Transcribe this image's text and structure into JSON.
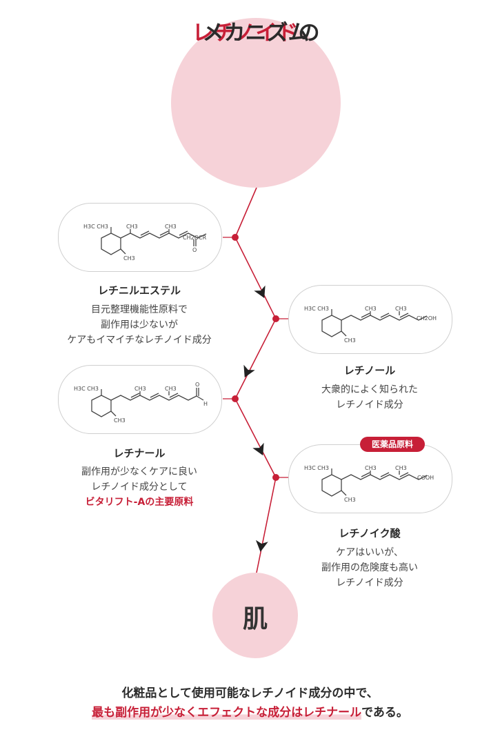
{
  "header": {
    "title_red": "レチノイド",
    "title_suffix": "の",
    "title_line2": "メカニズム"
  },
  "compounds": [
    {
      "name": "レチニルエステル",
      "desc": [
        "目元整理機能性原料で",
        "副作用は少ないが",
        "ケアもイマイチなレチノイド成分"
      ],
      "end_group": "CH2OCR",
      "end_sub": "O"
    },
    {
      "name": "レチノール",
      "desc": [
        "大衆的によく知られた",
        "レチノイド成分"
      ],
      "end_group": "CH2OH"
    },
    {
      "name": "レチナール",
      "desc": [
        "副作用が少なくケアに良い",
        "レチノイド成分として"
      ],
      "highlight": "ビタリフト-Aの主要原料",
      "end_group": "H",
      "end_sub": "O"
    },
    {
      "name": "レチノイク酸",
      "desc": [
        "ケアはいいが、",
        "副作用の危険度も高い",
        "レチノイド成分"
      ],
      "badge": "医薬品原料",
      "end_group": "COOH"
    }
  ],
  "molecule_labels": {
    "gem_dimethyl": "H3C CH3",
    "methyl": "CH3"
  },
  "skin": {
    "label": "肌"
  },
  "footer": {
    "line1": "化粧品として使用可能なレチノイド成分の中で、",
    "line2_highlight": "最も副作用が少なくエフェクトな成分はレチナール",
    "line2_suffix": "である。"
  },
  "colors": {
    "accent": "#c71f37",
    "circle_fill": "#f6d2d8",
    "pill_border": "#cfcfcf"
  }
}
